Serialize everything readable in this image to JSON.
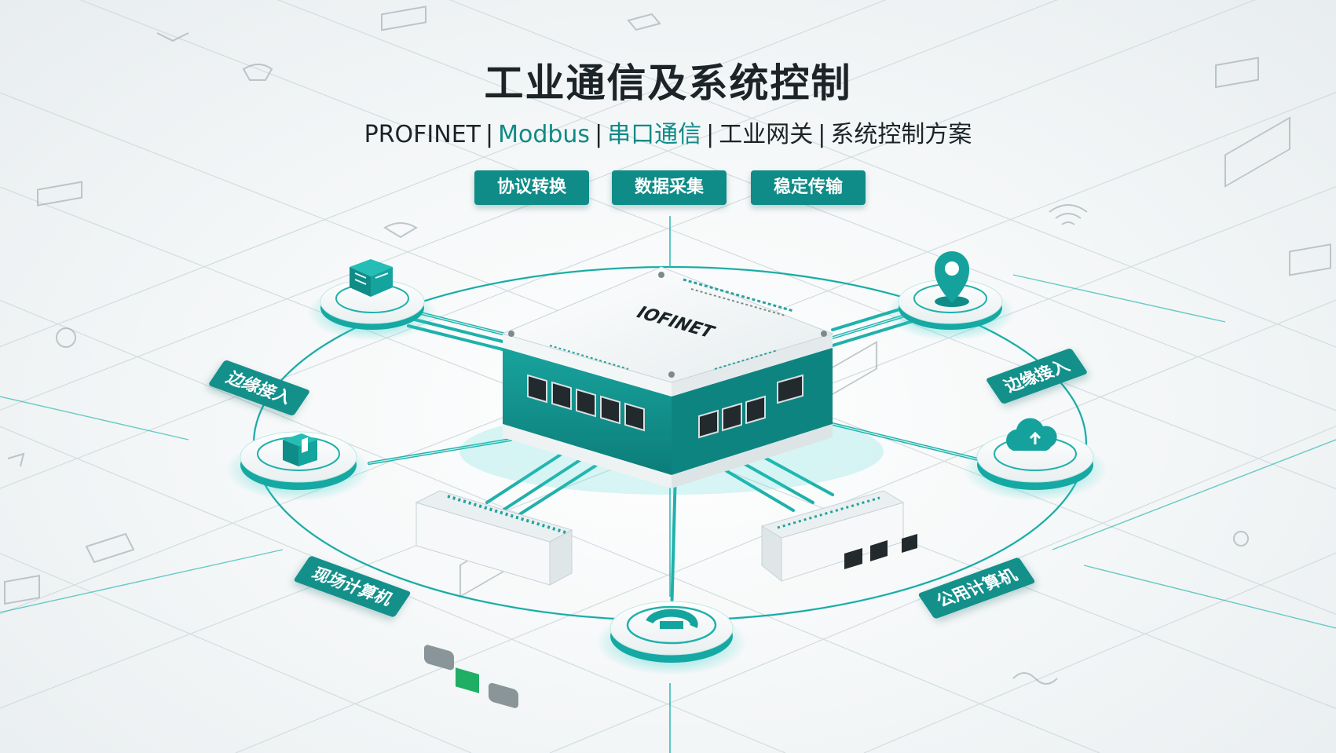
{
  "title": "工业通信及系统控制",
  "subtitle": {
    "items": [
      {
        "text": "PROFINET",
        "accent": false
      },
      {
        "text": "Modbus",
        "accent": true
      },
      {
        "text": "串口通信",
        "accent": true
      },
      {
        "text": "工业网关",
        "accent": false
      },
      {
        "text": "系统控制方案",
        "accent": false
      }
    ],
    "separator": "|"
  },
  "pills": [
    "协议转换",
    "数据采集",
    "稳定传输"
  ],
  "tags": {
    "edge_left": "边缘接入",
    "edge_right": "边缘接入",
    "field_computer": "现场计算机",
    "public_computer": "公用计算机"
  },
  "device": {
    "brand": "IOFINET"
  },
  "colors": {
    "accent": "#0f8c87",
    "glow": "#2ed3cc",
    "title": "#1c2428",
    "background": "#f1f4f5"
  },
  "nodes": {
    "top_left": "cube-stack-icon",
    "top_right": "location-pin-icon",
    "left": "box-icon",
    "right": "cloud-icon",
    "bottom": "network-refresh-icon"
  }
}
